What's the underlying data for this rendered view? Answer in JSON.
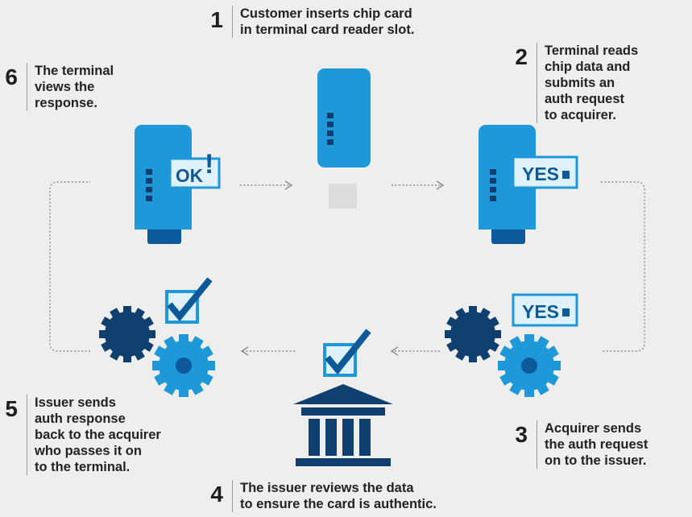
{
  "steps": [
    {
      "number": "1",
      "lines": [
        "Customer inserts chip card",
        "in terminal card reader slot."
      ]
    },
    {
      "number": "2",
      "lines": [
        "Terminal reads",
        "chip data and",
        "submits an",
        "auth request",
        "to acquirer."
      ]
    },
    {
      "number": "3",
      "lines": [
        "Acquirer sends",
        "the auth request",
        "on to the issuer."
      ]
    },
    {
      "number": "4",
      "lines": [
        "The issuer reviews the data",
        "to ensure the card is authentic."
      ]
    },
    {
      "number": "5",
      "lines": [
        "Issuer sends",
        "auth response",
        "back to the acquirer",
        "who passes it on",
        "to the terminal."
      ]
    },
    {
      "number": "6",
      "lines": [
        "The terminal",
        "views the",
        "response."
      ]
    }
  ],
  "badges": {
    "ok": "OK",
    "ok_mark": "!",
    "yes": "YES",
    "yes_acquirer": "YES"
  },
  "colors": {
    "background": "#eeeeee",
    "light_blue": "#1e98d8",
    "dark_blue": "#0d5a9a",
    "navy": "#0e3f6e",
    "badge_bg": "#dff2fb"
  },
  "icons": [
    "terminal-icon",
    "chip-card-icon",
    "gear-icon",
    "checkbox-icon",
    "bank-icon"
  ]
}
